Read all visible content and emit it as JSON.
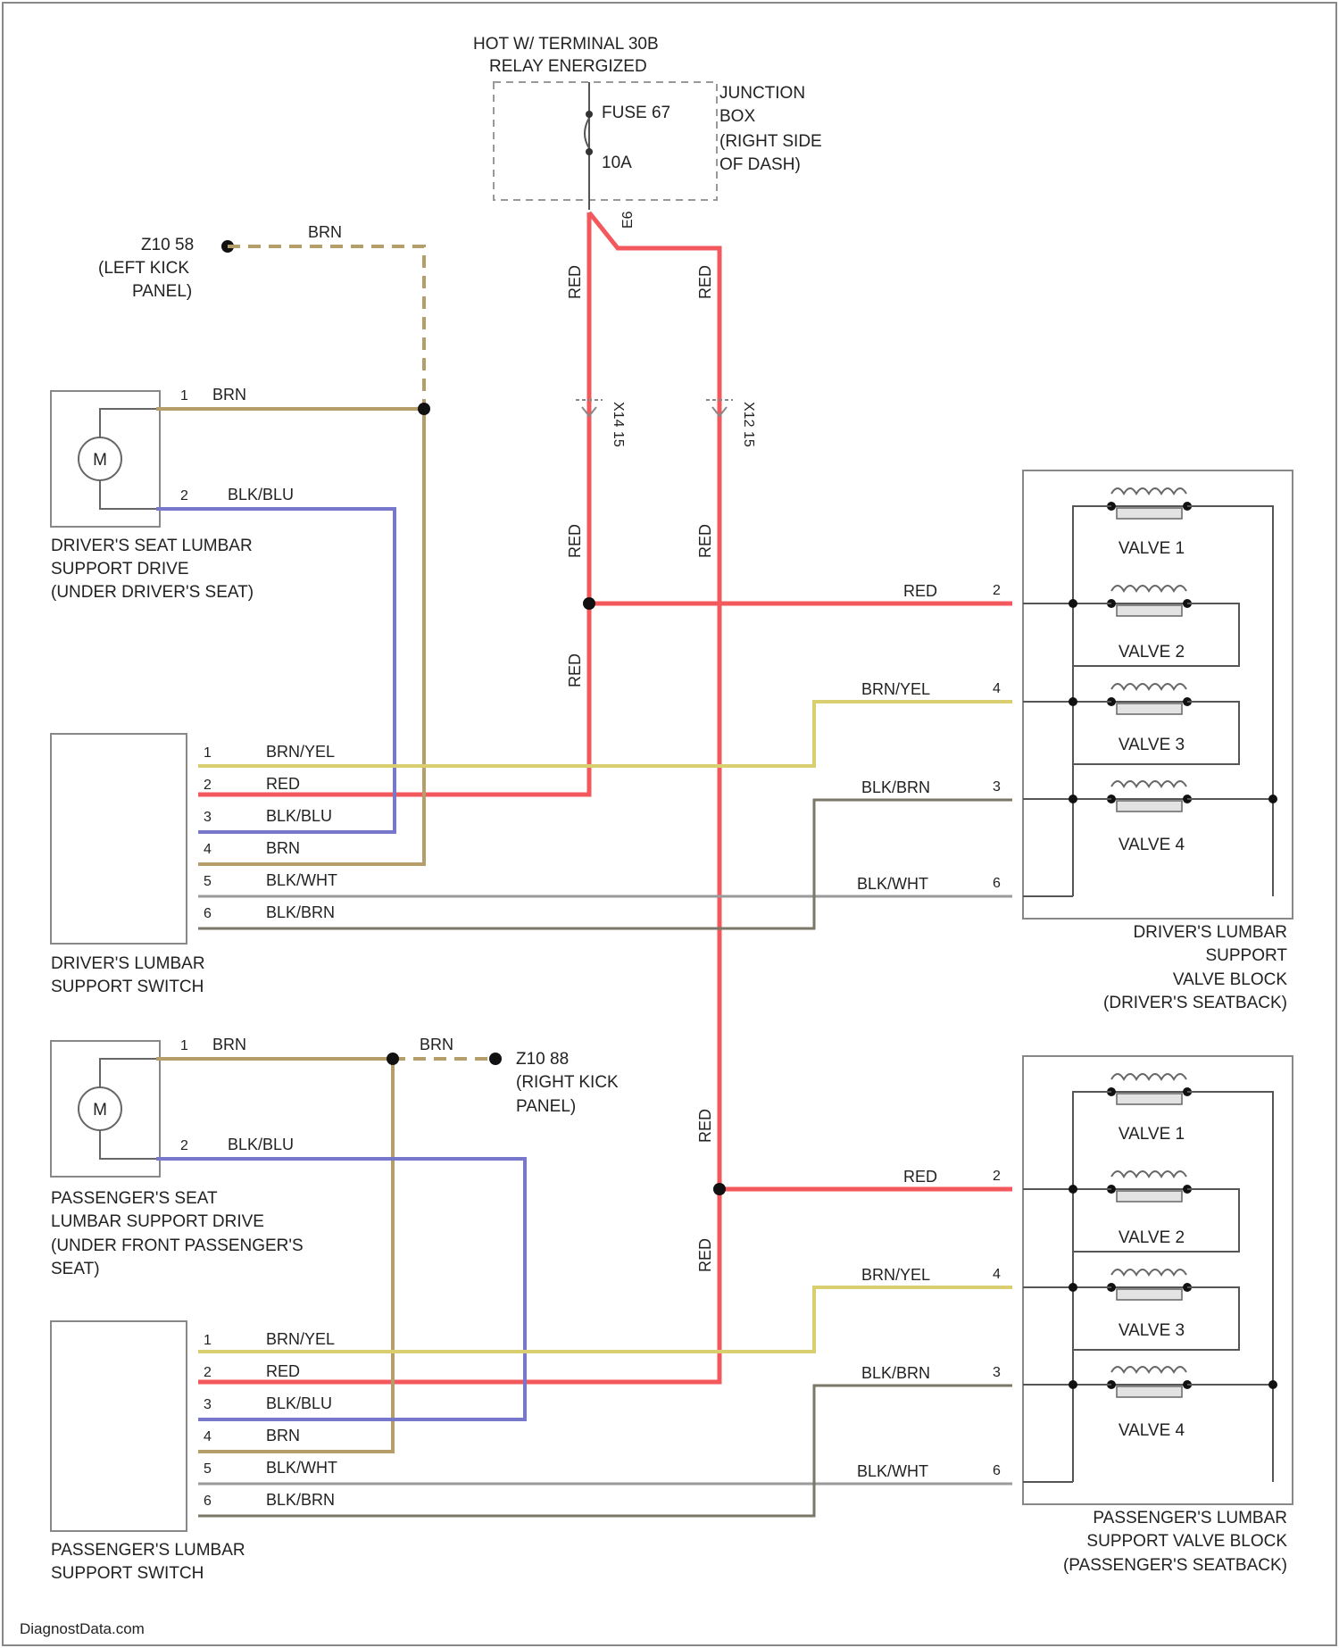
{
  "colors": {
    "RED": "#f2585c",
    "BRN": "#b59e6a",
    "BRN_YEL": "#d9cf70",
    "BLK_BLU": "#7777cc",
    "BLK_WHT": "#9a9a9a",
    "BLK_BRN": "#7a7766",
    "frame": "#888888",
    "text": "#222222"
  },
  "power": {
    "line1": "HOT W/ TERMINAL 30B",
    "line2": "RELAY ENERGIZED",
    "fuse_name": "FUSE 67",
    "fuse_rating": "10A",
    "junction_box": [
      "JUNCTION",
      "BOX",
      "(RIGHT SIDE",
      "OF DASH)"
    ],
    "junction_pin": "E6"
  },
  "grounds": {
    "left": {
      "id": "Z10 58",
      "desc": [
        "(LEFT KICK",
        "PANEL)"
      ]
    },
    "right": {
      "id": "Z10 88",
      "desc": [
        "(RIGHT KICK",
        "PANEL)"
      ]
    }
  },
  "connectors": {
    "left": "X14 15",
    "right": "X12 15"
  },
  "components": {
    "driver_drive": [
      "DRIVER'S SEAT LUMBAR",
      "SUPPORT DRIVE",
      "(UNDER DRIVER'S SEAT)"
    ],
    "driver_switch": [
      "DRIVER'S LUMBAR",
      "SUPPORT SWITCH"
    ],
    "driver_valve_block": [
      "DRIVER'S LUMBAR",
      "SUPPORT",
      "VALVE BLOCK",
      "(DRIVER'S SEATBACK)"
    ],
    "pass_drive": [
      "PASSENGER'S SEAT",
      "LUMBAR SUPPORT DRIVE",
      "(UNDER FRONT PASSENGER'S",
      "SEAT)"
    ],
    "pass_switch": [
      "PASSENGER'S LUMBAR",
      "SUPPORT SWITCH"
    ],
    "pass_valve_block": [
      "PASSENGER'S LUMBAR",
      "SUPPORT VALVE BLOCK",
      "(PASSENGER'S SEATBACK)"
    ]
  },
  "motor_symbol": "M",
  "valves": [
    "VALVE 1",
    "VALVE 2",
    "VALVE 3",
    "VALVE 4"
  ],
  "wires": {
    "BRN": "BRN",
    "BLK_BLU": "BLK/BLU",
    "BRN_YEL": "BRN/YEL",
    "RED": "RED",
    "BLK_WHT": "BLK/WHT",
    "BLK_BRN": "BLK/BRN"
  },
  "drive_pins": [
    "1",
    "2"
  ],
  "switch_pins": [
    "1",
    "2",
    "3",
    "4",
    "5",
    "6"
  ],
  "valve_block_pins": [
    "2",
    "4",
    "3",
    "6"
  ],
  "footer": "DiagnostData.com"
}
